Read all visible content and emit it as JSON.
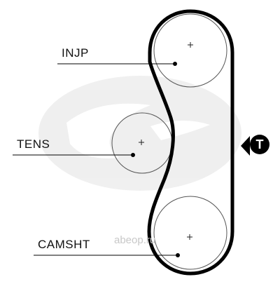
{
  "labels": {
    "injp": "INJP",
    "tens": "TENS",
    "camsht": "CAMSHT",
    "tensioner_badge": "T"
  },
  "watermark": {
    "brand": "Gates",
    "site": "abeop.ru",
    "icon": "gates-logo-watermark"
  },
  "colors": {
    "belt": "#000000",
    "pulley": "#444444",
    "watermark": "#d9d9d9"
  }
}
